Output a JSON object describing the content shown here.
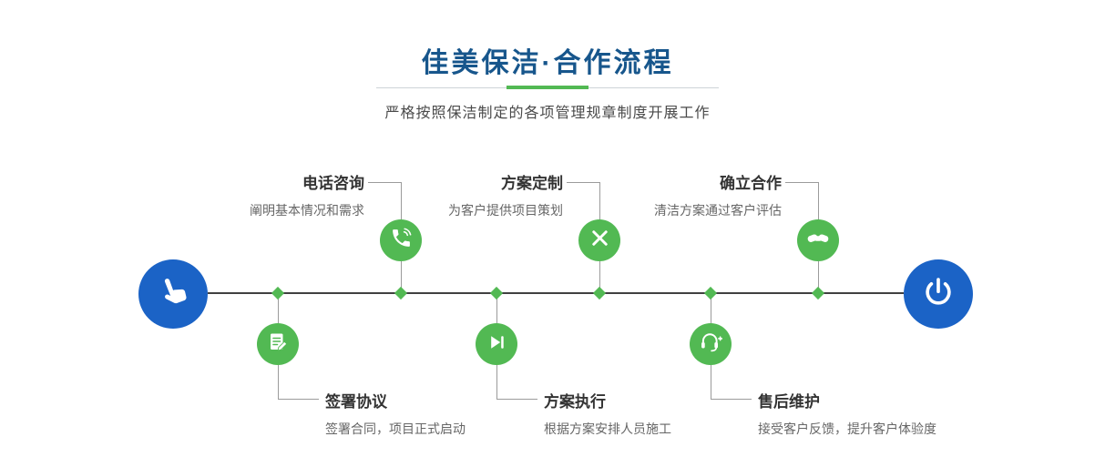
{
  "header": {
    "title": "佳美保洁·合作流程",
    "subtitle": "严格按照保洁制定的各项管理规章制度开展工作"
  },
  "colors": {
    "title_blue": "#17568c",
    "accent_green": "#52b953",
    "node_blue": "#1b63c6"
  },
  "flow": {
    "start_icon": "pointing-hand-icon",
    "end_icon": "power-icon",
    "steps": [
      {
        "label": "电话咨询",
        "desc": "阐明基本情况和需求",
        "icon": "phone-icon",
        "side": "top"
      },
      {
        "label": "签署协议",
        "desc": "签署合同，项目正式启动",
        "icon": "contract-icon",
        "side": "bottom"
      },
      {
        "label": "方案定制",
        "desc": "为客户提供项目策划",
        "icon": "design-tools-icon",
        "side": "top"
      },
      {
        "label": "方案执行",
        "desc": "根据方案安排人员施工",
        "icon": "play-icon",
        "side": "bottom"
      },
      {
        "label": "确立合作",
        "desc": "清洁方案通过客户评估",
        "icon": "handshake-icon",
        "side": "top"
      },
      {
        "label": "售后维护",
        "desc": "接受客户反馈，提升客户体验度",
        "icon": "headset-icon",
        "side": "bottom"
      }
    ]
  }
}
